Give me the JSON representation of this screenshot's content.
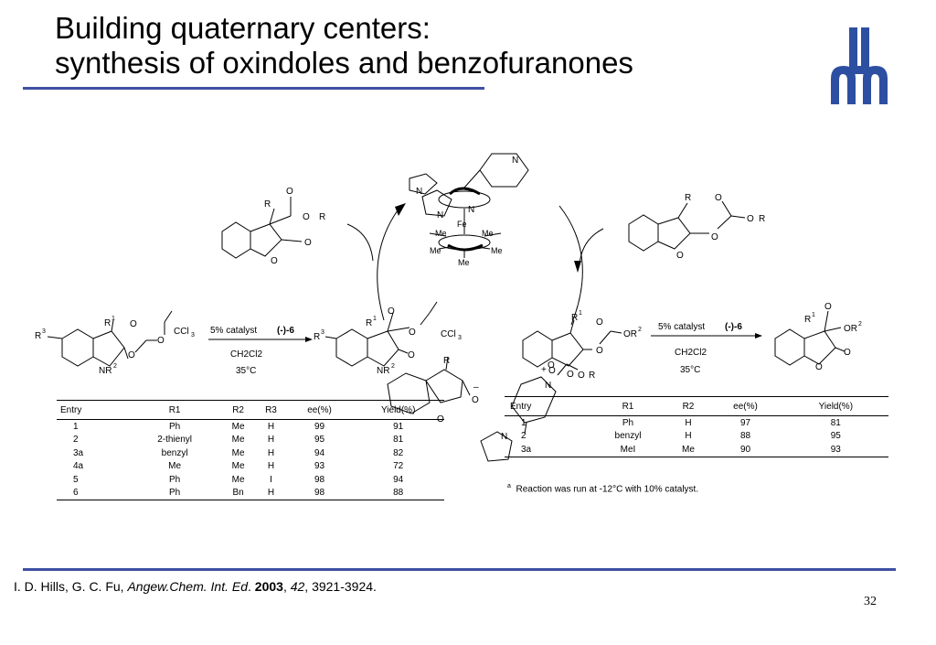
{
  "title": {
    "line1": "Building quaternary centers:",
    "line2": "synthesis of oxindoles and benzofuranones"
  },
  "scheme": {
    "catalyst_label": "(-)-6",
    "catalyst_text": "5% catalyst",
    "solvent": "CH2Cl2",
    "temperature": "35°C"
  },
  "table_left": {
    "headers": [
      "Entry",
      "R1",
      "R2",
      "R3",
      "ee(%)",
      "Yield(%)"
    ],
    "rows": [
      [
        "1",
        "Ph",
        "Me",
        "H",
        "99",
        "91"
      ],
      [
        "2",
        "2-thienyl",
        "Me",
        "H",
        "95",
        "81"
      ],
      [
        "3a",
        "benzyl",
        "Me",
        "H",
        "94",
        "82"
      ],
      [
        "4a",
        "Me",
        "Me",
        "H",
        "93",
        "72"
      ],
      [
        "5",
        "Ph",
        "Me",
        "I",
        "98",
        "94"
      ],
      [
        "6",
        "Ph",
        "Bn",
        "H",
        "98",
        "88"
      ]
    ]
  },
  "table_right": {
    "headers": [
      "Entry",
      "R1",
      "R2",
      "ee(%)",
      "Yield(%)"
    ],
    "rows": [
      [
        "1",
        "Ph",
        "H",
        "97",
        "81"
      ],
      [
        "2",
        "benzyl",
        "H",
        "88",
        "95"
      ],
      [
        "3a",
        "MeI",
        "Me",
        "90",
        "93"
      ]
    ]
  },
  "footnote": "Reaction was run at -12°C with 10% catalyst.",
  "citation": {
    "authors": "I. D. Hills, G. C. Fu,",
    "journal": "Angew.Chem. Int. Ed",
    "year": "2003",
    "volume": "42",
    "pages": "3921-3924."
  },
  "page_number": "32",
  "colors": {
    "accent": "#3f4fa3",
    "logo": "#2d4fa1"
  }
}
